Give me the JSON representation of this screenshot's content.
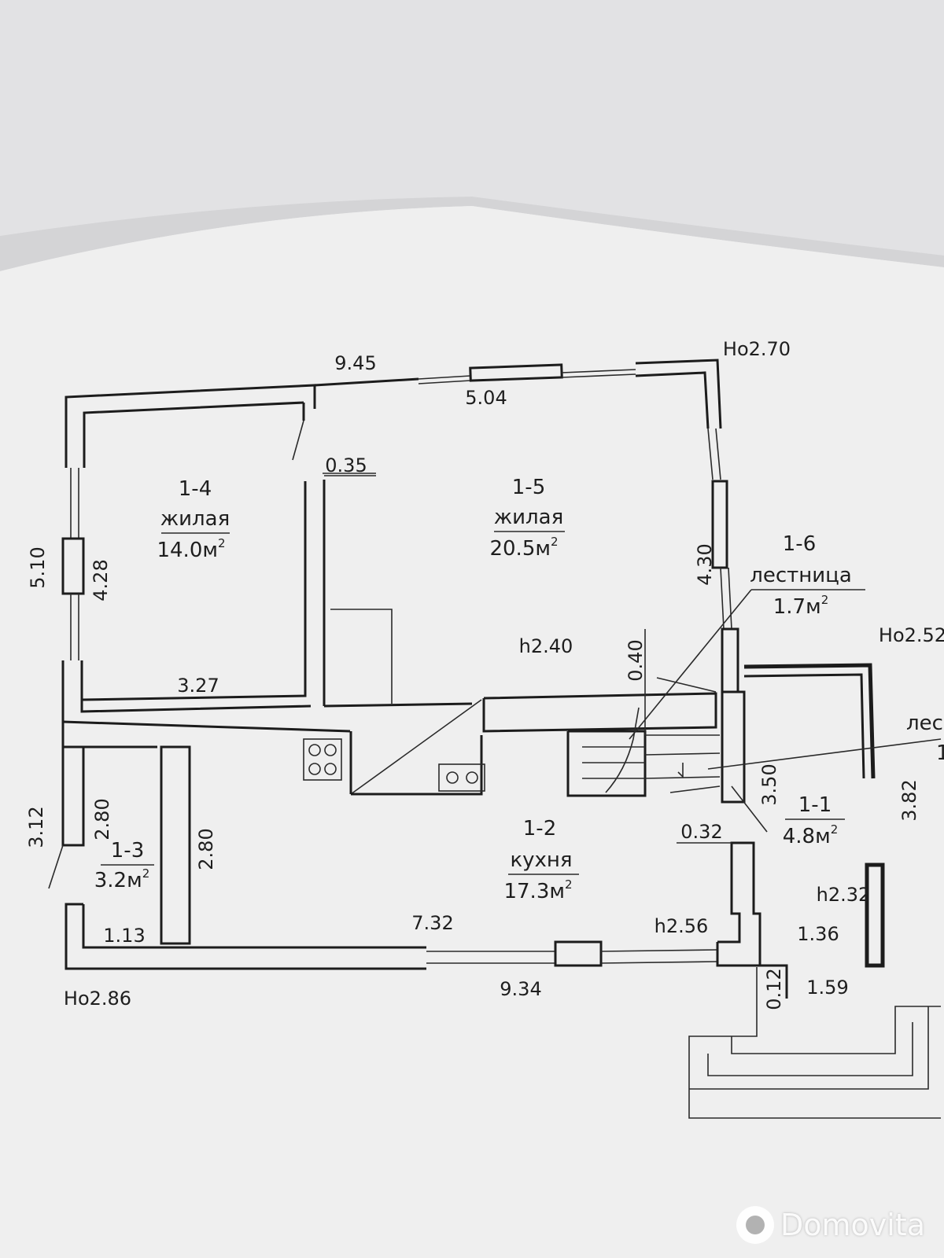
{
  "rooms": [
    {
      "id": "1-4",
      "name": "жилая",
      "area": "14.0м",
      "sup": "2"
    },
    {
      "id": "1-5",
      "name": "жилая",
      "area": "20.5м",
      "sup": "2"
    },
    {
      "id": "1-6",
      "name": "лестница",
      "area": "1.7м",
      "sup": "2"
    },
    {
      "id": "1-2",
      "name": "кухня",
      "area": "17.3м",
      "sup": "2"
    },
    {
      "id": "1-3",
      "area": "3.2м",
      "sup": "2"
    },
    {
      "id": "1-1",
      "area": "4.8м",
      "sup": "2"
    }
  ],
  "dimensions": {
    "top_total": "9.45",
    "top_window": "5.04",
    "left_upper": "5.10",
    "room14_height": "4.28",
    "room14_width": "3.27",
    "wall_035": "0.35",
    "right_430": "4.30",
    "stair_040": "0.40",
    "left_lower": "3.12",
    "room13_h": "2.80",
    "room12_h": "2.80",
    "room13_w": "1.13",
    "bottom_inner": "7.32",
    "bottom_total": "9.34",
    "wall_032": "0.32",
    "room11_350": "3.50",
    "right_382": "3.82",
    "porch_136": "1.36",
    "porch_159": "1.59",
    "porch_012": "0.12"
  },
  "heights": {
    "h240": "h2.40",
    "h256": "h2.56",
    "h232": "h2.32"
  },
  "marks": {
    "ho270": "Ho2.70",
    "ho252": "Ho2.52",
    "ho286": "Ho2.86",
    "cut_label": "лес",
    "cut_label2": "1"
  },
  "watermark": "Domovita"
}
